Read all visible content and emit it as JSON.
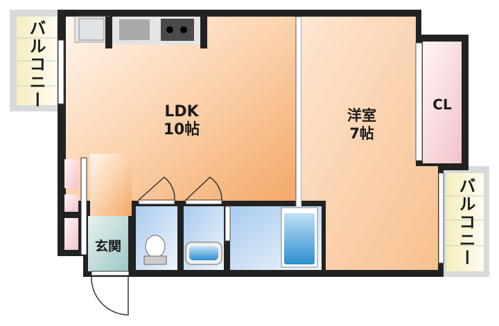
{
  "floorplan": {
    "rooms": {
      "balcony_left": "バルコニー",
      "ldk_name": "LDK",
      "ldk_size": "10帖",
      "western_name": "洋室",
      "western_size": "7帖",
      "closet": "CL",
      "entrance": "玄関",
      "balcony_right": "バルコニー"
    },
    "colors": {
      "wall": "#222222",
      "ldk": "#f5b47a",
      "western": "#fbd2aa",
      "closet": "#f6d4d8",
      "wet_area": "#b9d6ef",
      "balcony": "#f7f1d0"
    }
  }
}
